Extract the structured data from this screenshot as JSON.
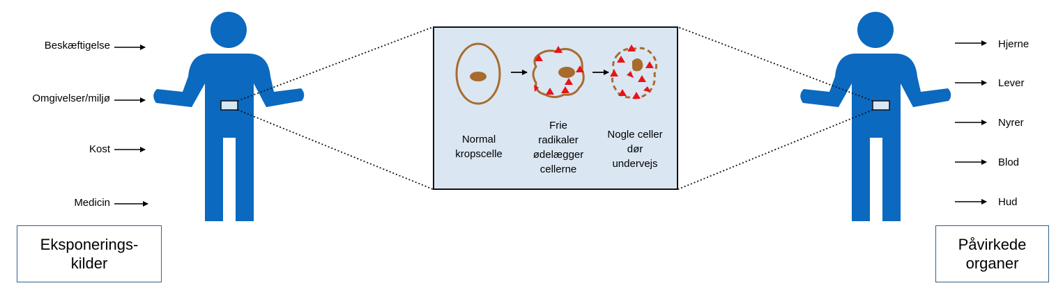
{
  "left": {
    "exposures": [
      "Beskæftigelse",
      "Omgivelser/miljø",
      "Kost",
      "Medicin"
    ],
    "box_line1": "Eksponerings-",
    "box_line2": "kilder"
  },
  "right": {
    "organs": [
      "Hjerne",
      "Lever",
      "Nyrer",
      "Blod",
      "Hud"
    ],
    "box_line1": "Påvirkede",
    "box_line2": "organer"
  },
  "zoom": {
    "stages": [
      {
        "lines": [
          "Normal",
          "kropscelle"
        ]
      },
      {
        "lines": [
          "Frie",
          "radikaler",
          "ødelægger",
          "cellerne"
        ]
      },
      {
        "lines": [
          "Nogle celler",
          "dør",
          "undervejs"
        ]
      }
    ]
  },
  "colors": {
    "figure": "#0b69bf",
    "cell": "#a86b2c",
    "radical": "#e8141a",
    "zoom_bg": "#dae6f2"
  }
}
